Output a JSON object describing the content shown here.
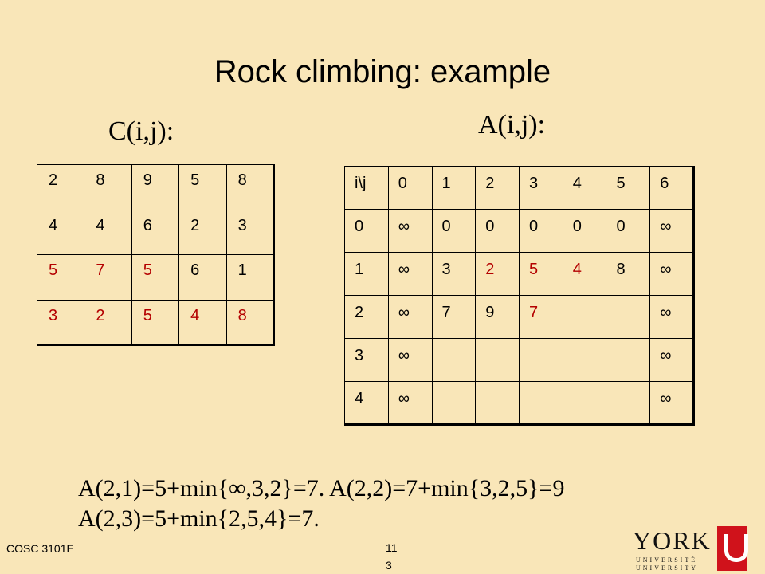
{
  "slide": {
    "title": "Rock climbing: example",
    "c_label": "C(i,j):",
    "a_label": "A(i,j):",
    "formula_line1": "A(2,1)=5+min{∞,3,2}=7. A(2,2)=7+min{3,2,5}=9",
    "formula_line2": "A(2,3)=5+min{2,5,4}=7.",
    "footer_course": "COSC 3101E",
    "page_number": "113"
  },
  "c_table": {
    "rows": [
      [
        "2",
        "8",
        "9",
        "5",
        "8"
      ],
      [
        "4",
        "4",
        "6",
        "2",
        "3"
      ],
      [
        "5",
        "7",
        "5",
        "6",
        "1"
      ],
      [
        "3",
        "2",
        "5",
        "4",
        "8"
      ]
    ],
    "red_cells": [
      [
        2,
        0
      ],
      [
        2,
        1
      ],
      [
        2,
        2
      ],
      [
        3,
        0
      ],
      [
        3,
        1
      ],
      [
        3,
        2
      ],
      [
        3,
        3
      ],
      [
        3,
        4
      ]
    ]
  },
  "a_table": {
    "rows": [
      [
        "i\\j",
        "0",
        "1",
        "2",
        "3",
        "4",
        "5",
        "6"
      ],
      [
        "0",
        "∞",
        "0",
        "0",
        "0",
        "0",
        "0",
        "∞"
      ],
      [
        "1",
        "∞",
        "3",
        "2",
        "5",
        "4",
        "8",
        "∞"
      ],
      [
        "2",
        "∞",
        "7",
        "9",
        "7",
        "",
        "",
        "∞"
      ],
      [
        "3",
        "∞",
        "",
        "",
        "",
        "",
        "",
        "∞"
      ],
      [
        "4",
        "∞",
        "",
        "",
        "",
        "",
        "",
        "∞"
      ]
    ],
    "red_cells": [
      [
        2,
        3
      ],
      [
        2,
        4
      ],
      [
        2,
        5
      ],
      [
        3,
        4
      ]
    ]
  },
  "logo": {
    "word": "YORK",
    "sub1": "UNIVERSITÉ",
    "sub2": "UNIVERSITY"
  },
  "colors": {
    "background": "#f9e6b8",
    "accent_red": "#b40000",
    "logo_red": "#d0121b"
  }
}
